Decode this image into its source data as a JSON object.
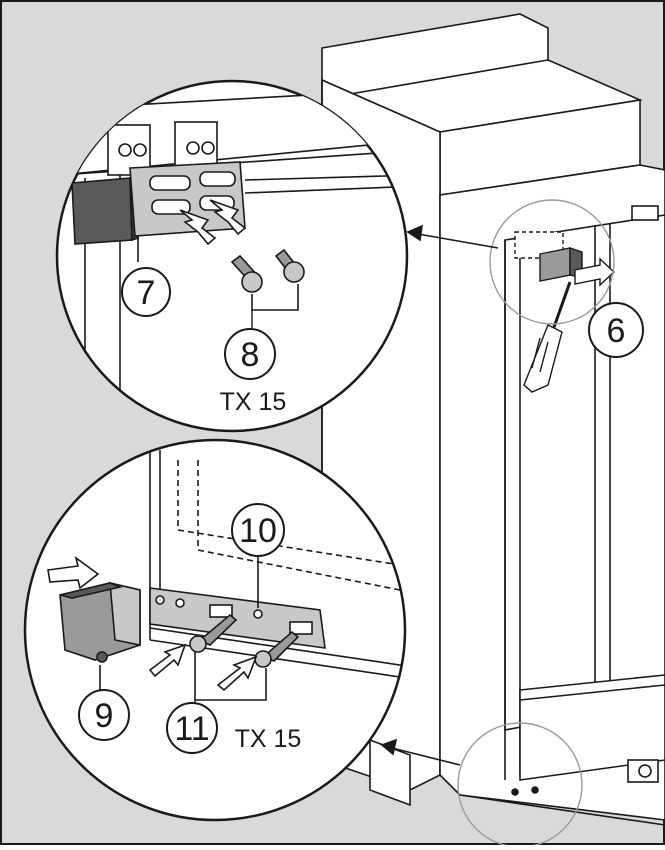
{
  "callouts": {
    "c6": "6",
    "c7": "7",
    "c8": "8",
    "c9": "9",
    "c10": "10",
    "c11": "11"
  },
  "tool_labels": {
    "tx_top": "TX 15",
    "tx_bottom": "TX 15"
  },
  "colors": {
    "background": "#d9d9d9",
    "paper": "#ffffff",
    "line": "#1a1a1a",
    "bracket_dark": "#5a5a5a",
    "bracket_mid": "#9a9a9a",
    "bracket_light": "#c8c8c8",
    "thin_circle": "#9a9a9a"
  }
}
